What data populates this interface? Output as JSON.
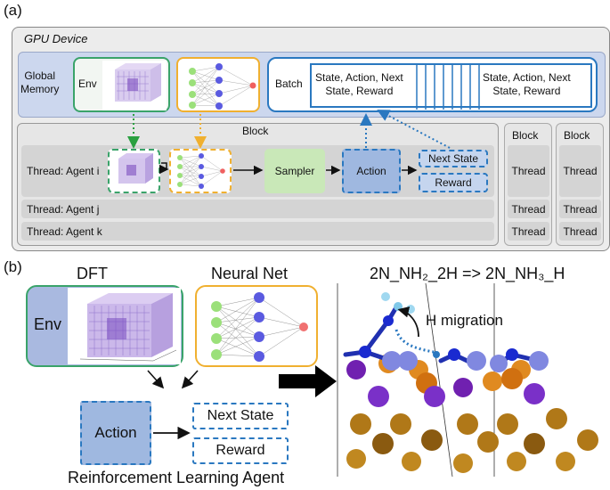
{
  "panel_a": {
    "label": "(a)",
    "gpu_title": "GPU Device",
    "global_memory": "Global\nMemory",
    "env": "Env",
    "batch": "Batch",
    "tuple_left": "State, Action, Next\nState, Reward",
    "tuple_right": "State, Action, Next\nState, Reward",
    "block_main": "Block",
    "thread_i": "Thread: Agent i",
    "thread_j": "Thread: Agent j",
    "thread_k": "Thread: Agent k",
    "sampler": "Sampler",
    "action": "Action",
    "next_state": "Next State",
    "reward": "Reward",
    "side_blocks": [
      {
        "title": "Block",
        "threads": [
          "Thread",
          "Thread",
          "Thread"
        ]
      },
      {
        "title": "Block",
        "threads": [
          "Thread",
          "Thread",
          "Thread"
        ]
      }
    ]
  },
  "panel_b": {
    "label": "(b)",
    "dft": "DFT",
    "neural_net": "Neural Net",
    "env": "Env",
    "action": "Action",
    "next_state": "Next State",
    "reward": "Reward",
    "agent_title": "Reinforcement Learning Agent",
    "reaction": "2N_NH₂_2H => 2N_NH₃_H",
    "h_migration": "H migration"
  },
  "colors": {
    "green": "#3aa36a",
    "orange": "#f0b030",
    "blue": "#2a78c0",
    "action_fill": "#9fb8e0",
    "sampler_fill": "#c9e8b8",
    "grey_row": "#d4d4d4"
  }
}
